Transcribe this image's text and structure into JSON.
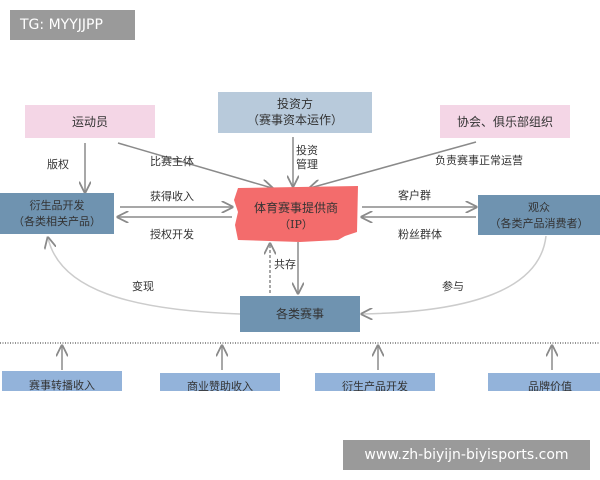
{
  "tag": "TG: MYYJJPP",
  "watermark": "www.zh-biyijn-biyisports.com",
  "nodes": {
    "athlete": "运动员",
    "investor_1": "投资方",
    "investor_2": "（赛事资本运作）",
    "association": "协会、俱乐部组织",
    "derivative_1": "衍生品开发",
    "derivative_2": "（各类相关产品）",
    "provider_1": "体育赛事提供商",
    "provider_2": "（IP）",
    "audience_1": "观众",
    "audience_2": "（各类产品消费者）",
    "events": "各类赛事"
  },
  "edges": {
    "copyright": "版权",
    "subject": "比赛主体",
    "invest_1": "投资",
    "invest_2": "管理",
    "operation": "负责赛事正常运营",
    "income": "获得收入",
    "license": "授权开发",
    "customers": "客户群",
    "fans": "粉丝群体",
    "coexist": "共存",
    "monetize": "变现",
    "participate": "参与"
  },
  "bottom": [
    "赛事转播收入",
    "商业赞助收入",
    "衍生产品开发",
    "品牌价值"
  ],
  "colors": {
    "pink": "#f4d6e6",
    "steel": "#6f93b0",
    "light_steel": "#b8cadb",
    "red": "#f36c6c",
    "bottom": "#93b3da",
    "arrow": "#8a8a8a"
  }
}
